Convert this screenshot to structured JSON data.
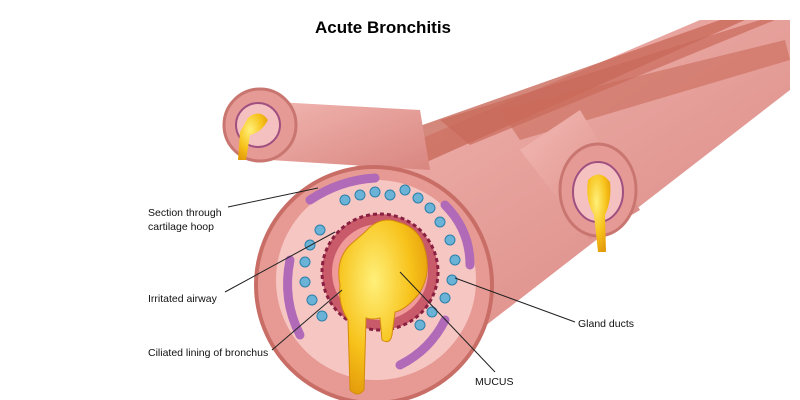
{
  "title": "Acute Bronchitis",
  "labels": {
    "cartilage_line1": "Section through",
    "cartilage_line2": "cartilage hoop",
    "irritated_airway": "Irritated airway",
    "ciliated_lining": "Ciliated lining of bronchus",
    "mucus": "MUCUS",
    "gland_ducts": "Gland ducts"
  },
  "colors": {
    "tissue": "#e9a0a0",
    "cartilage_band": "#c96a5a",
    "mucus": "#f7c21a",
    "gland": "#6ab3d6",
    "gland_purple": "#b06ab8"
  }
}
